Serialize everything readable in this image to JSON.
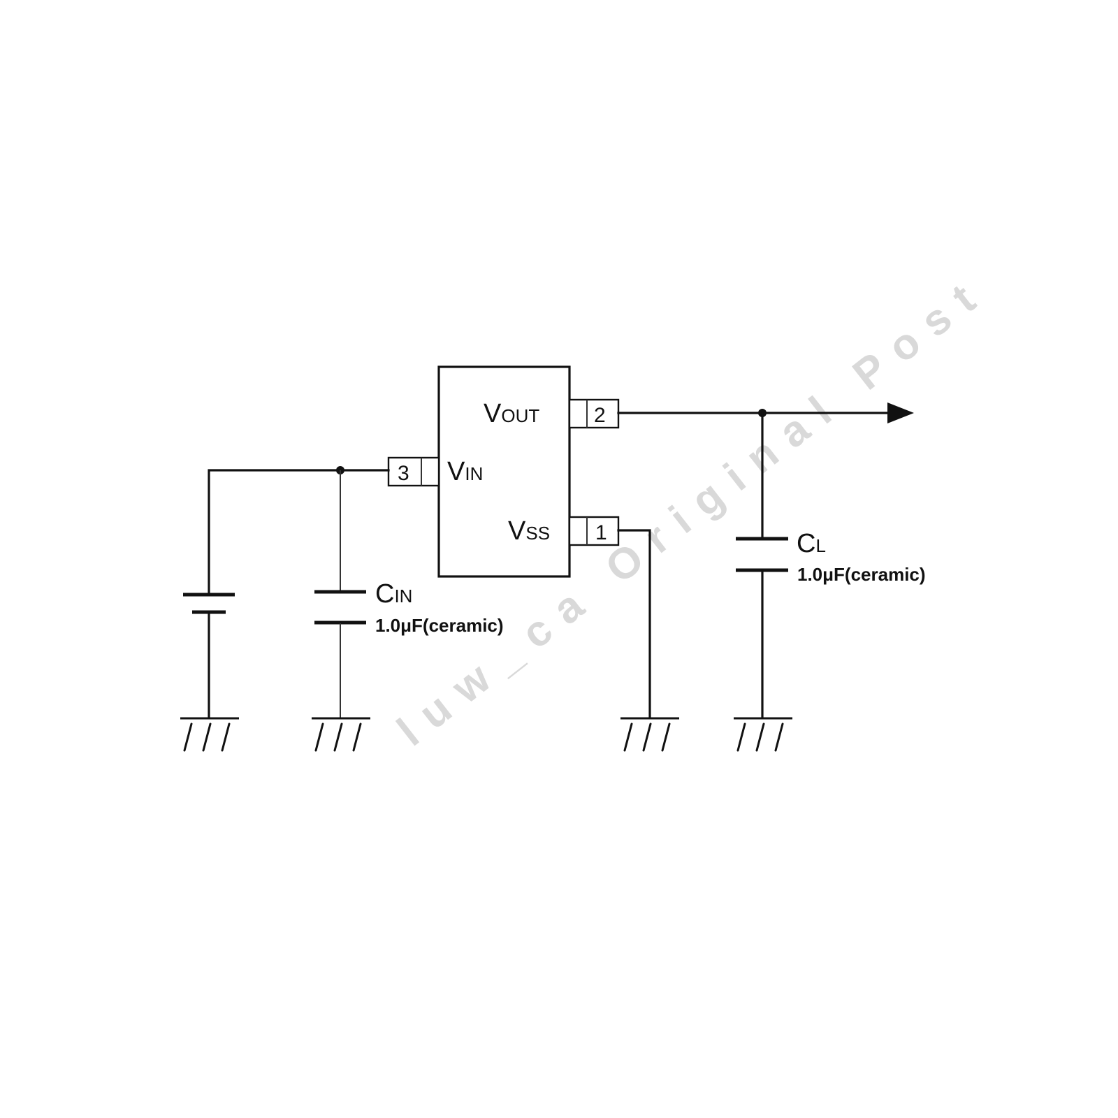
{
  "ic": {
    "pins": {
      "vout": {
        "label_main": "V",
        "label_sub": "OUT",
        "number": "2"
      },
      "vin": {
        "label_main": "V",
        "label_sub": "IN",
        "number": "3"
      },
      "vss": {
        "label_main": "V",
        "label_sub": "SS",
        "number": "1"
      }
    }
  },
  "cin": {
    "label_main": "C",
    "label_sub": "IN",
    "value": "1.0μF(ceramic)"
  },
  "cl": {
    "label_main": "C",
    "label_sub": "L",
    "value": "1.0μF(ceramic)"
  },
  "watermark": {
    "text": "luw_ca Original Post"
  },
  "colors": {
    "line": "#111111",
    "watermark": "#d9d9d9",
    "background": "#ffffff"
  }
}
